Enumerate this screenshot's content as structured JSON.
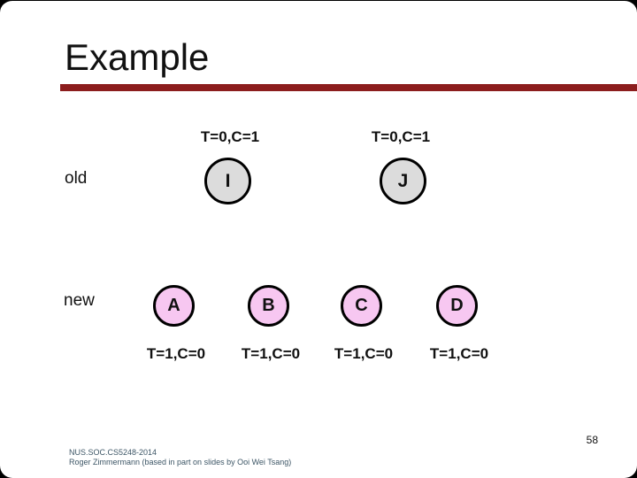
{
  "slide": {
    "title": "Example",
    "page_number": "58",
    "footer": {
      "line1": "NUS.SOC.CS5248-2014",
      "line2": "Roger Zimmermann (based in part on slides by Ooi Wei Tsang)"
    },
    "colors": {
      "title_rule": "#8C1D1D",
      "old_node_fill": "#DCDCDC",
      "new_node_fill": "#F7C7F1",
      "node_border": "#000000",
      "footer_text": "#3D5666"
    },
    "rows": {
      "old": {
        "label": "old",
        "nodes": [
          {
            "id": "I",
            "annotation": "T=0,C=1"
          },
          {
            "id": "J",
            "annotation": "T=0,C=1"
          }
        ]
      },
      "new": {
        "label": "new",
        "nodes": [
          {
            "id": "A",
            "annotation": "T=1,C=0"
          },
          {
            "id": "B",
            "annotation": "T=1,C=0"
          },
          {
            "id": "C",
            "annotation": "T=1,C=0"
          },
          {
            "id": "D",
            "annotation": "T=1,C=0"
          }
        ]
      }
    }
  }
}
